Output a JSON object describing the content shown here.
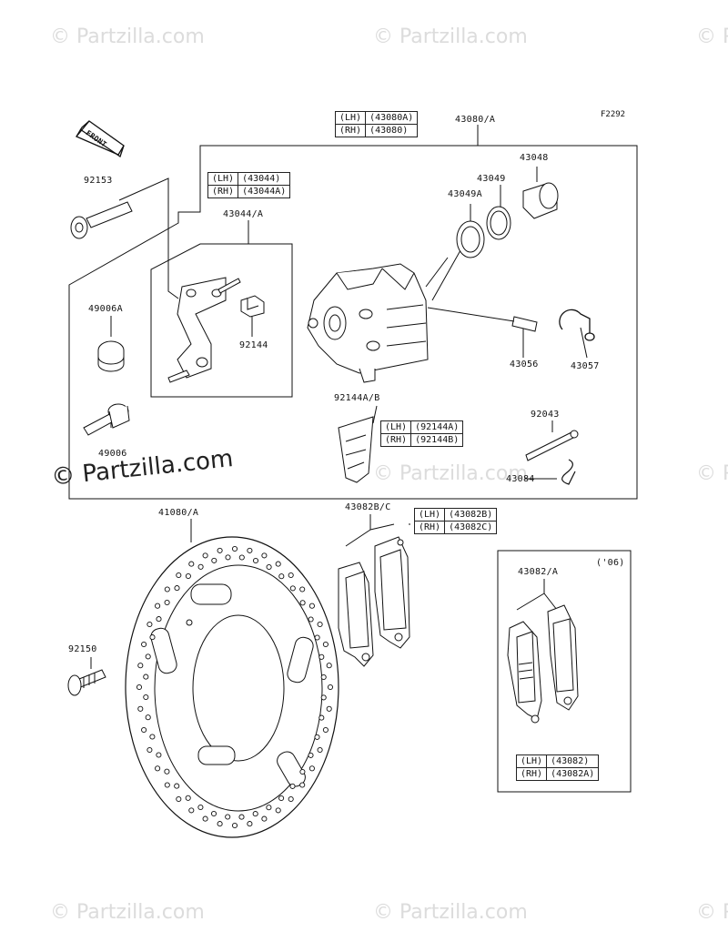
{
  "figure_id": "F2292",
  "watermark": "© Partzilla.com",
  "front_arrow": "FRONT",
  "parts": {
    "caliper": "43080/A",
    "piston": "43048",
    "seal_a": "43049",
    "seal_b": "43049A",
    "bolt_top": "92153",
    "bracket": "43044/A",
    "spring": "92144",
    "boot": "49006A",
    "pin": "49006",
    "bleeder": "43056",
    "cap": "43057",
    "pad_spring": "92144A/B",
    "pad_pin": "92043",
    "clip": "43084",
    "disc": "41080/A",
    "disc_bolt": "92150",
    "pads_bc": "43082B/C",
    "pads_a": "43082/A",
    "year_note": "('06)"
  },
  "tables": {
    "caliper": [
      [
        "(LH)",
        "(43080A)"
      ],
      [
        "(RH)",
        "(43080)"
      ]
    ],
    "bracket": [
      [
        "(LH)",
        "(43044)"
      ],
      [
        "(RH)",
        "(43044A)"
      ]
    ],
    "pad_spring": [
      [
        "(LH)",
        "(92144A)"
      ],
      [
        "(RH)",
        "(92144B)"
      ]
    ],
    "pads_bc": [
      [
        "(LH)",
        "(43082B)"
      ],
      [
        "(RH)",
        "(43082C)"
      ]
    ],
    "pads_a": [
      [
        "(LH)",
        "(43082)"
      ],
      [
        "(RH)",
        "(43082A)"
      ]
    ]
  }
}
